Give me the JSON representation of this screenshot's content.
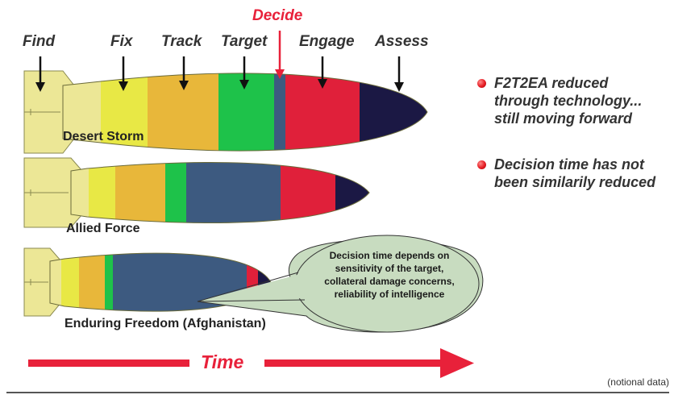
{
  "phases": {
    "find": "Find",
    "fix": "Fix",
    "track": "Track",
    "target": "Target",
    "decide": "Decide",
    "engage": "Engage",
    "assess": "Assess"
  },
  "bombs": [
    {
      "label": "Desert Storm"
    },
    {
      "label": "Allied Force"
    },
    {
      "label": "Enduring Freedom (Afghanistan)"
    }
  ],
  "bullets": [
    {
      "text": "F2T2EA reduced through technology... still moving forward"
    },
    {
      "text": "Decision time has not been similarily reduced"
    }
  ],
  "bubble": {
    "text": "Decision time depends on sensitivity of the target, collateral damage concerns, reliability of intelligence"
  },
  "time_label": "Time",
  "note": "(notional data)",
  "colors": {
    "find": "#ece796",
    "fix": "#e8e845",
    "track": "#e8b73a",
    "target": "#1ec24a",
    "decide": "#3d5a80",
    "engage": "#e0203a",
    "assess": "#1b1844",
    "accent": "#e8213a"
  }
}
